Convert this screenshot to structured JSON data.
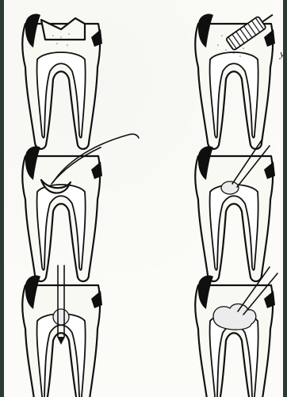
{
  "figure": {
    "steps": [
      {
        "id": "step-1",
        "stage": "prepared-cavity"
      },
      {
        "id": "step-2",
        "stage": "bur-cleaning"
      },
      {
        "id": "step-3",
        "stage": "probing-pulp-horn"
      },
      {
        "id": "step-4",
        "stage": "medication-applied"
      },
      {
        "id": "step-5",
        "stage": "canal-instrumentation"
      },
      {
        "id": "step-6",
        "stage": "cotton-filling"
      }
    ],
    "side_mark": "у"
  },
  "colors": {
    "background": "#2c3a34",
    "paper": "#fbfbf7",
    "ink": "#111111"
  }
}
